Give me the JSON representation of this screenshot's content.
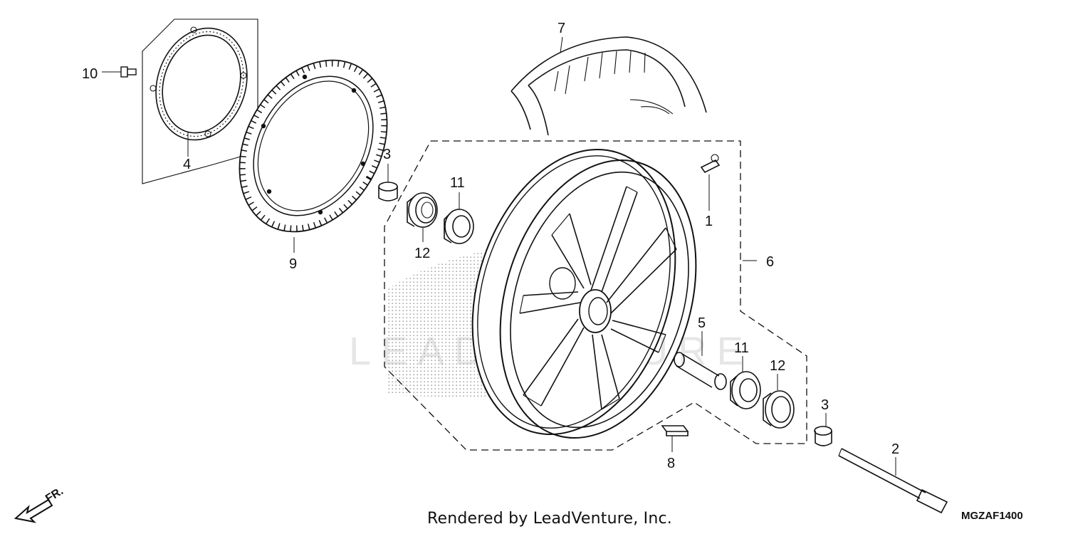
{
  "callouts": {
    "c1": "1",
    "c2": "2",
    "c3a": "3",
    "c3b": "3",
    "c4": "4",
    "c5": "5",
    "c6": "6",
    "c7": "7",
    "c8": "8",
    "c9": "9",
    "c10": "10",
    "c11a": "11",
    "c11b": "11",
    "c12a": "12",
    "c12b": "12"
  },
  "watermark": "LEADVENTURE",
  "direction_label": "FR.",
  "footer": "Rendered by LeadVenture, Inc.",
  "diagram_code": "MGZAF1400"
}
